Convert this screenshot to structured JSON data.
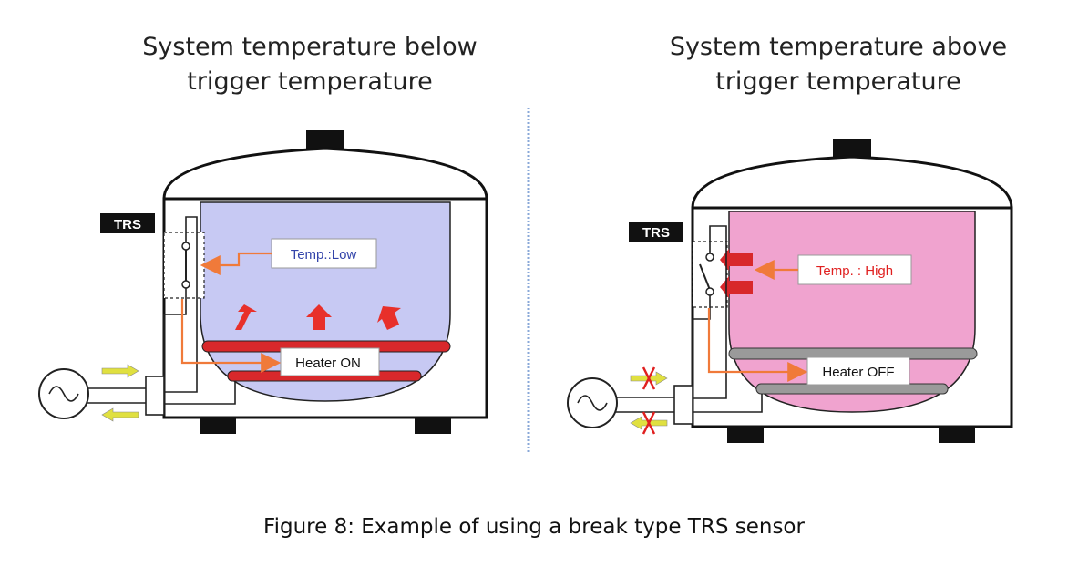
{
  "panels": {
    "left": {
      "title_line1": "System temperature below",
      "title_line2": "trigger temperature",
      "trs_label": "TRS",
      "temp_label": "Temp.:Low",
      "heater_label": "Heater ON",
      "liquid_color": "#c7c9f3",
      "heater_color": "#d8282b",
      "temp_text_color": "#3344aa"
    },
    "right": {
      "title_line1": "System temperature above",
      "title_line2": "trigger temperature",
      "trs_label": "TRS",
      "temp_label": "Temp. : High",
      "heater_label": "Heater OFF",
      "liquid_color": "#f0a3cf",
      "heater_color": "#9a9a9a",
      "temp_text_color": "#e02020"
    }
  },
  "caption": "Figure 8: Example of using a break type TRS sensor",
  "colors": {
    "arrow_orange": "#f07a3a",
    "flow_arrow_yellow": "#e0e040",
    "cross_red": "#e02020",
    "divider_blue": "#8aa8d8"
  }
}
